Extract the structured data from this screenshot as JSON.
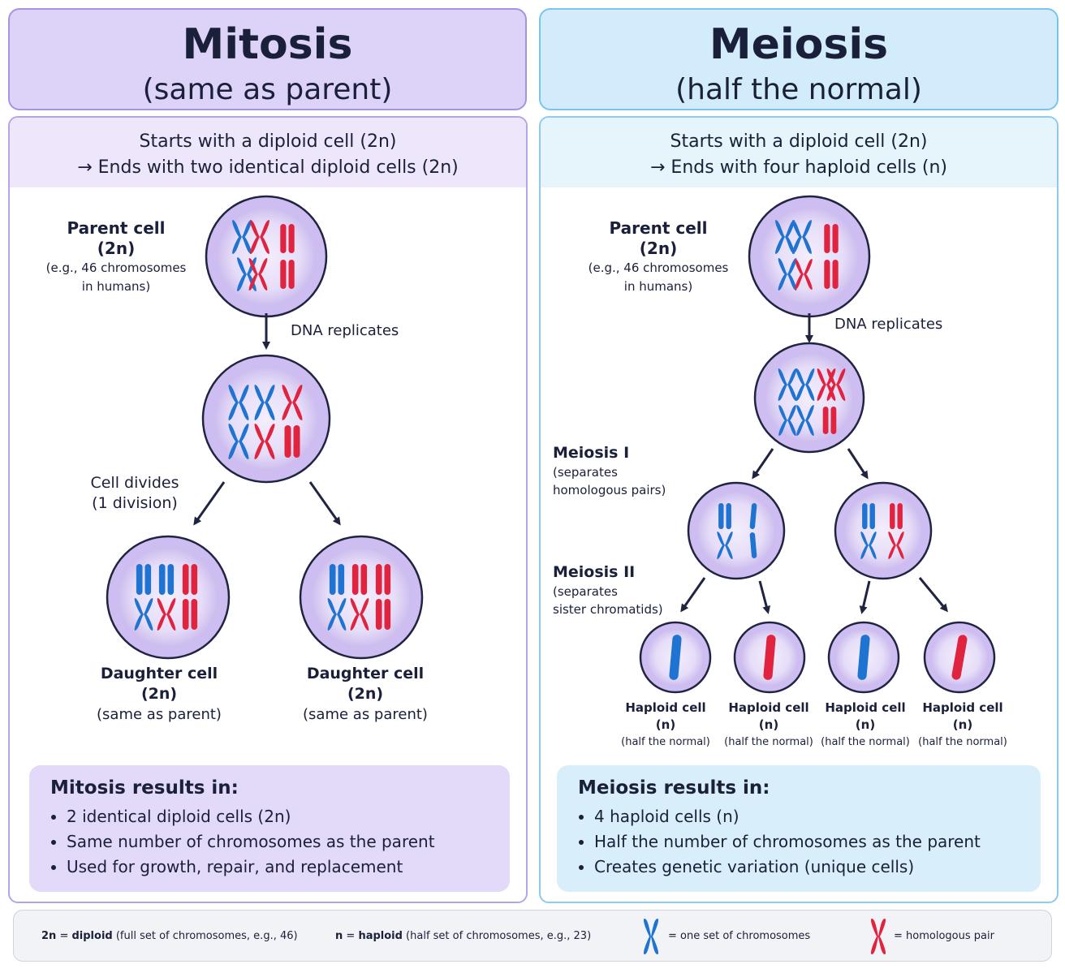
{
  "mitosis": {
    "title": "Mitosis",
    "subtitle": "(same as parent)",
    "band_line1": "Starts with a diploid cell (2n)",
    "band_line2": "→ Ends with two identical diploid cells (2n)",
    "parent_label": "Parent cell",
    "parent_ploidy": "(2n)",
    "parent_note1": "(e.g., 46 chromosomes",
    "parent_note2": "in humans)",
    "dna_label": "DNA replicates",
    "divide_label1": "Cell divides",
    "divide_label2": "(1 division)",
    "daughters": [
      {
        "label": "Daughter cell",
        "ploidy": "(2n)",
        "note": "(same as parent)"
      },
      {
        "label": "Daughter cell",
        "ploidy": "(2n)",
        "note": "(same as parent)"
      }
    ],
    "results_title": "Mitosis results in:",
    "results": [
      "2 identical diploid cells (2n)",
      "Same number of chromosomes as the parent",
      "Used for growth, repair, and replacement"
    ]
  },
  "meiosis": {
    "title": "Meiosis",
    "subtitle": "(half the normal)",
    "band_line1": "Starts with a diploid cell (2n)",
    "band_line2": "→ Ends with four haploid cells (n)",
    "parent_label": "Parent cell",
    "parent_ploidy": "(2n)",
    "parent_note1": "(e.g., 46 chromosomes",
    "parent_note2": "in humans)",
    "dna_label": "DNA replicates",
    "meiosis1_title": "Meiosis I",
    "meiosis1_note1": "(separates",
    "meiosis1_note2": "homologous pairs)",
    "meiosis2_title": "Meiosis II",
    "meiosis2_note1": "(separates",
    "meiosis2_note2": "sister chromatids)",
    "haploids": [
      {
        "label": "Haploid cell",
        "ploidy": "(n)",
        "note": "(half the normal)"
      },
      {
        "label": "Haploid cell",
        "ploidy": "(n)",
        "note": "(half the normal)"
      },
      {
        "label": "Haploid cell",
        "ploidy": "(n)",
        "note": "(half the normal)"
      },
      {
        "label": "Haploid cell",
        "ploidy": "(n)",
        "note": "(half the normal)"
      }
    ],
    "results_title": "Meiosis results in:",
    "results": [
      "4 haploid cells (n)",
      "Half the number of chromosomes as the parent",
      "Creates genetic variation (unique cells)"
    ]
  },
  "legend": {
    "diploid_term": "2n",
    "diploid_eq": " = ",
    "diploid_word": "diploid",
    "diploid_desc": " (full set of chromosomes, e.g., 46)",
    "haploid_term": "n",
    "haploid_eq": " = ",
    "haploid_word": "haploid",
    "haploid_desc": " (half set of chromosomes, e.g., 23)",
    "blue_desc": "= one set of chromosomes",
    "red_desc": "= homologous pair"
  },
  "colors": {
    "blue": "#1f73d1",
    "red": "#e0243f",
    "cell_fill": "#d9cdf3",
    "cell_inner": "#ebe4fa",
    "cell_stroke": "#1f2540",
    "arrow": "#1f2540"
  }
}
